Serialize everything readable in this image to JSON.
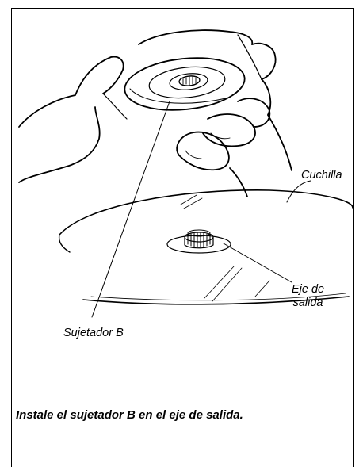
{
  "labels": {
    "cuchilla": "Cuchilla",
    "eje_line1": "Eje de",
    "eje_line2": "salida",
    "sujetador": "Sujetador B"
  },
  "caption": "Instale el sujetador B en el eje de salida."
}
